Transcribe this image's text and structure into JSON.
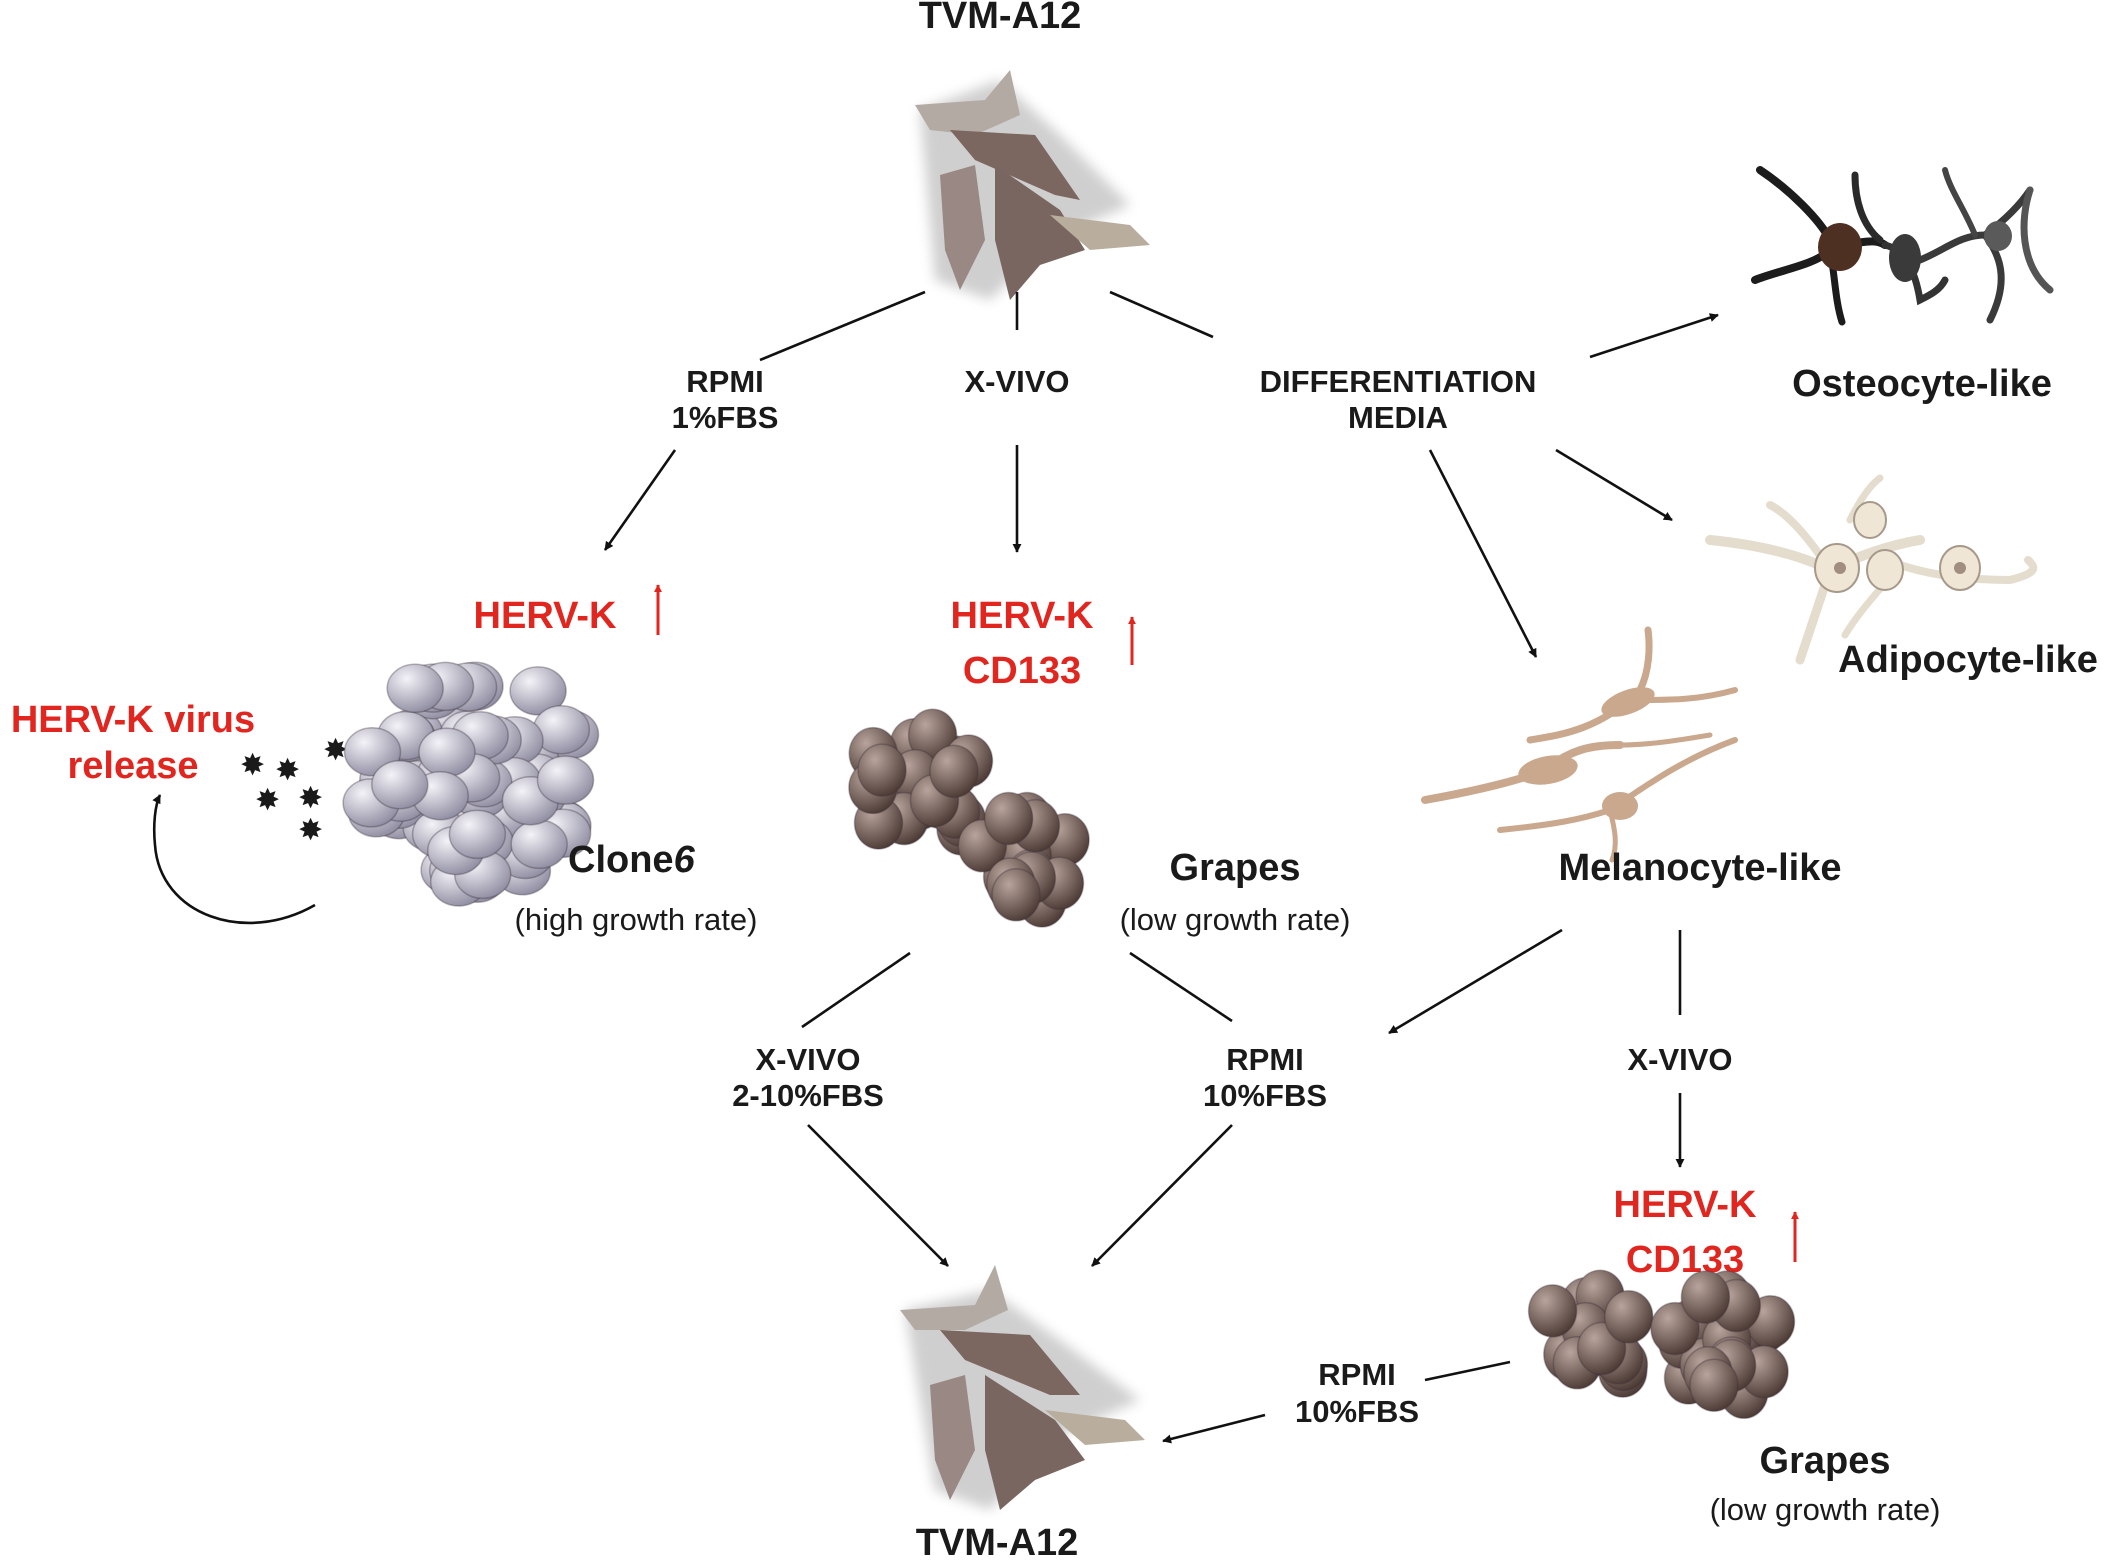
{
  "top_node": {
    "label": "TVM-A12"
  },
  "bottom_node": {
    "label": "TVM-A12"
  },
  "conditions": {
    "rpmi_1fbs": {
      "line1": "RPMI",
      "line2": "1%FBS"
    },
    "xvivo_top": {
      "label": "X-VIVO"
    },
    "differentiation": {
      "line1": "DIFFERENTIATION",
      "line2": "MEDIA"
    },
    "xvivo_2_10": {
      "line1": "X-VIVO",
      "line2": "2-10%FBS"
    },
    "rpmi_10_mid": {
      "line1": "RPMI",
      "line2": "10%FBS"
    },
    "xvivo_right": {
      "label": "X-VIVO"
    },
    "rpmi_10_bottom": {
      "line1": "RPMI",
      "line2": "10%FBS"
    }
  },
  "markers": {
    "clone_herv": "HERV-K",
    "grapes_herv": "HERV-K",
    "grapes_cd133": "CD133",
    "grapes2_herv": "HERV-K",
    "grapes2_cd133": "CD133",
    "virus_release_line1": "HERV-K virus",
    "virus_release_line2": "release"
  },
  "nodes": {
    "clone6": {
      "name": "Clone",
      "name_italic": "6",
      "note": "(high growth rate)"
    },
    "grapes": {
      "name": "Grapes",
      "note": "(low growth rate)"
    },
    "grapes2": {
      "name": "Grapes",
      "note": "(low growth rate)"
    },
    "osteocyte": {
      "name": "Osteocyte-like"
    },
    "adipocyte": {
      "name": "Adipocyte-like"
    },
    "melanocyte": {
      "name": "Melanocyte-like"
    }
  },
  "colors": {
    "highlight": "#e0261f",
    "text": "#1a1a1a",
    "tvm_cells": "#8c7a72",
    "clone_cells": "#b9b7c6",
    "grape_cells": "#6f5a52"
  }
}
